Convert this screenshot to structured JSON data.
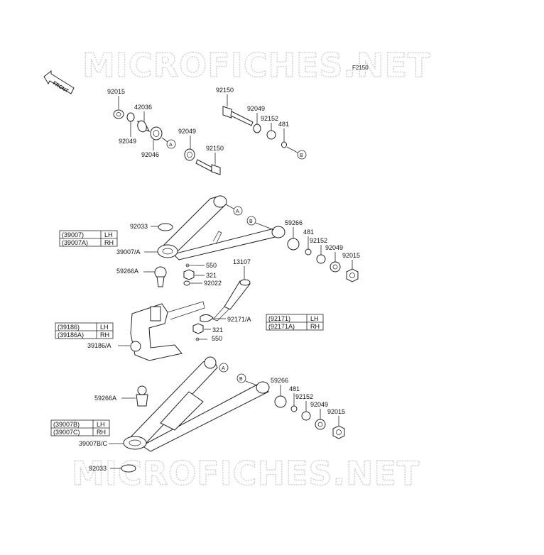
{
  "watermark": {
    "text": "MICROFICHES.NET"
  },
  "figure_code": "F2150",
  "front_label": "FRONT",
  "callouts": {
    "a": "A",
    "b": "B"
  },
  "labels": {
    "p92015_top": "92015",
    "p42036": "42036",
    "p92049_top_l": "92049",
    "p92046": "92046",
    "p92049_top_m": "92049",
    "p92150_top": "92150",
    "p92049_top_r": "92049",
    "p92152_top": "92152",
    "p481_top": "481",
    "p92150_mid": "92150",
    "p92033_top": "92033",
    "p59266_upper": "59266",
    "p481_upper": "481",
    "p92152_upper": "92152",
    "p92049_upper": "92049",
    "p92015_upper": "92015",
    "p39007_a": "39007/A",
    "p59266a_top": "59266A",
    "p550_top": "550",
    "p321_top": "321",
    "p92022": "92022",
    "p13107": "13107",
    "p92171a": "92171/A",
    "p321_bot": "321",
    "p550_bot": "550",
    "p39186a": "39186/A",
    "p59266_lower": "59266",
    "p481_lower": "481",
    "p92152_lower": "92152",
    "p92049_lower": "92049",
    "p92015_lower": "92015",
    "p59266a_bot": "59266A",
    "p39007bc": "39007B/C",
    "p92033_bot": "92033"
  },
  "tables": {
    "t39007": [
      [
        "(39007)",
        "LH"
      ],
      [
        "(39007A)",
        "RH"
      ]
    ],
    "t39186": [
      [
        "(39186)",
        "LH"
      ],
      [
        "(39186A)",
        "RH"
      ]
    ],
    "t92171": [
      [
        "(92171)",
        "LH"
      ],
      [
        "(92171A)",
        "RH"
      ]
    ],
    "t39007b": [
      [
        "(39007B)",
        "LH"
      ],
      [
        "(39007C)",
        "RH"
      ]
    ]
  }
}
